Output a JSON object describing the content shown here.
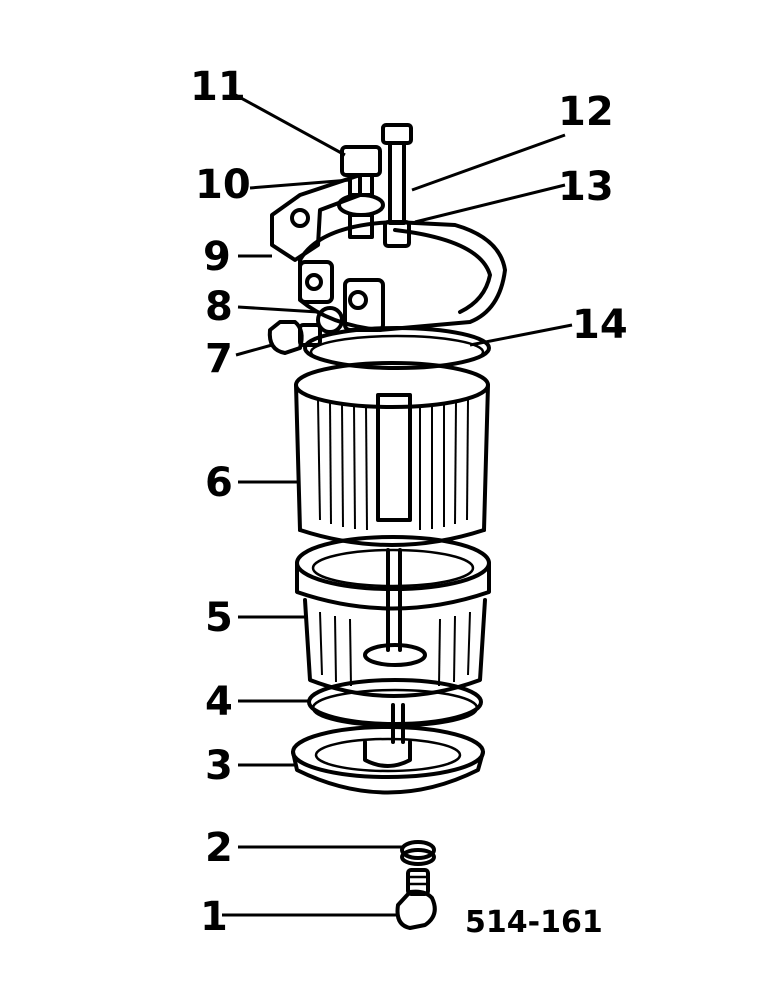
{
  "callouts": [
    {
      "id": "1",
      "label": "1"
    },
    {
      "id": "2",
      "label": "2"
    },
    {
      "id": "3",
      "label": "3"
    },
    {
      "id": "4",
      "label": "4"
    },
    {
      "id": "5",
      "label": "5"
    },
    {
      "id": "6",
      "label": "6"
    },
    {
      "id": "7",
      "label": "7"
    },
    {
      "id": "8",
      "label": "8"
    },
    {
      "id": "9",
      "label": "9"
    },
    {
      "id": "10",
      "label": "10"
    },
    {
      "id": "11",
      "label": "11"
    },
    {
      "id": "12",
      "label": "12"
    },
    {
      "id": "13",
      "label": "13"
    },
    {
      "id": "14",
      "label": "14"
    }
  ],
  "drawing_code": "514-161"
}
